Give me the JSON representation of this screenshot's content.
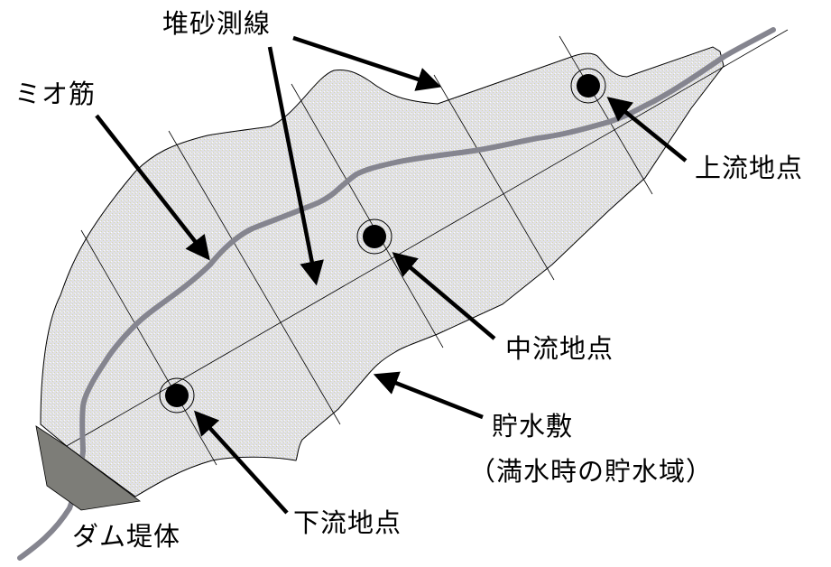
{
  "labels": {
    "sediment_survey_line": "堆砂測線",
    "mio_channel": "ミオ筋",
    "upstream_point": "上流地点",
    "midstream_point": "中流地点",
    "downstream_point": "下流地点",
    "reservoir_bed": "貯水敷",
    "reservoir_note": "（満水時の貯水域）",
    "dam_body": "ダム堤体"
  },
  "colors": {
    "reservoir_fill": "#e2e2dc",
    "river": "#85858f",
    "dam": "#7d7d78",
    "line": "#000000"
  }
}
